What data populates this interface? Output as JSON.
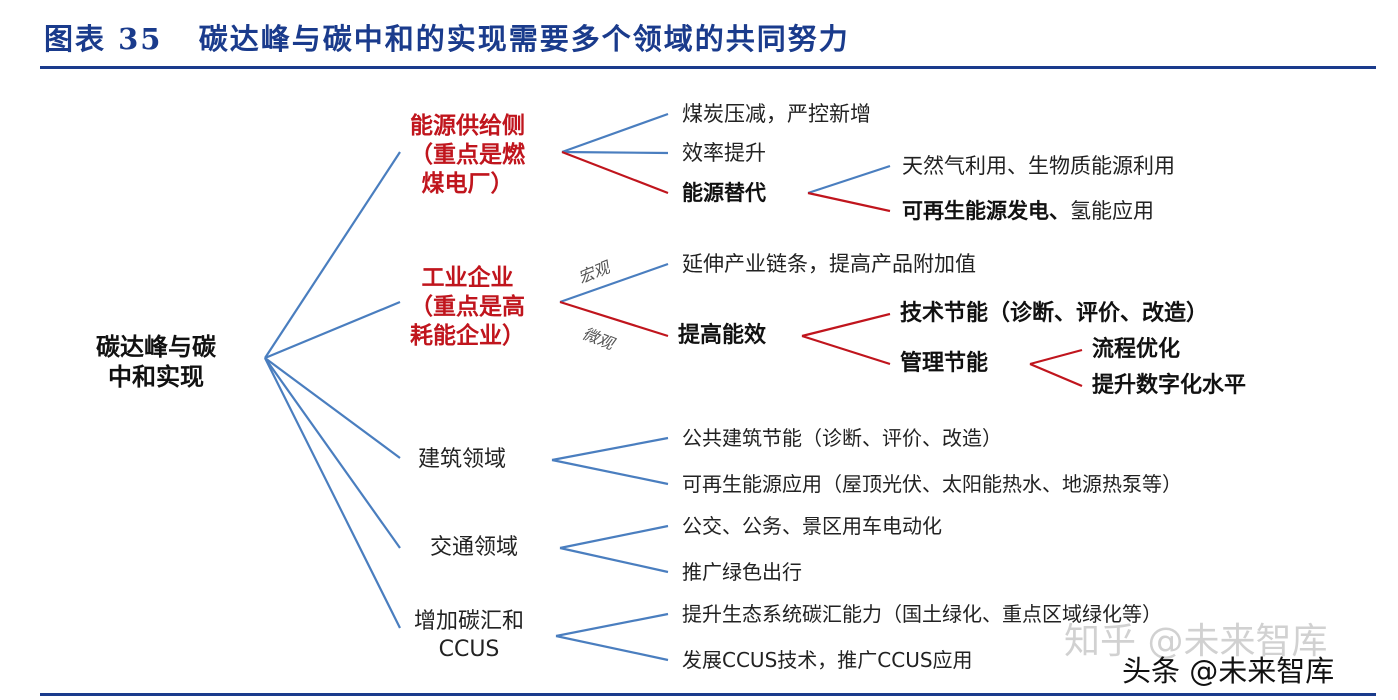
{
  "figure": {
    "label": "图表 35",
    "title": "碳达峰与碳中和的实现需要多个领域的共同努力"
  },
  "root": {
    "line1": "碳达峰与碳",
    "line2": "中和实现"
  },
  "energy": {
    "line1": "能源供给侧",
    "line2": "（重点是燃",
    "line3": "煤电厂）",
    "item1": "煤炭压减，严控新增",
    "item2": "效率提升",
    "item3": "能源替代",
    "sub1": "天然气利用、生物质能源利用",
    "sub2_bold": "可再生能源发电、",
    "sub2_rest": "氢能应用"
  },
  "industry": {
    "line1": "工业企业",
    "line2": "（重点是高",
    "line3": "耗能企业）",
    "tag_macro": "宏观",
    "tag_micro": "微观",
    "item1": "延伸产业链条，提高产品附加值",
    "item2": "提高能效",
    "sub1": "技术节能（诊断、评价、改造）",
    "sub2": "管理节能",
    "subsub1": "流程优化",
    "subsub2": "提升数字化水平"
  },
  "building": {
    "label": "建筑领域",
    "item1": "公共建筑节能（诊断、评价、改造）",
    "item2": "可再生能源应用（屋顶光伏、太阳能热水、地源热泵等）"
  },
  "transport": {
    "label": "交通领域",
    "item1": "公交、公务、景区用车电动化",
    "item2": "推广绿色出行"
  },
  "carbon_sink": {
    "line1": "增加碳汇和",
    "line2": "CCUS",
    "item1": "提升生态系统碳汇能力（国土绿化、重点区域绿化等）",
    "item2": "发展CCUS技术，推广CCUS应用"
  },
  "watermark": {
    "zhihu": "知乎 @未来智库",
    "toutiao": "头条 @未来智库"
  },
  "colors": {
    "blue_line": "#4a7ebf",
    "red_line": "#c0151d",
    "title_blue": "#1a3b8c"
  }
}
